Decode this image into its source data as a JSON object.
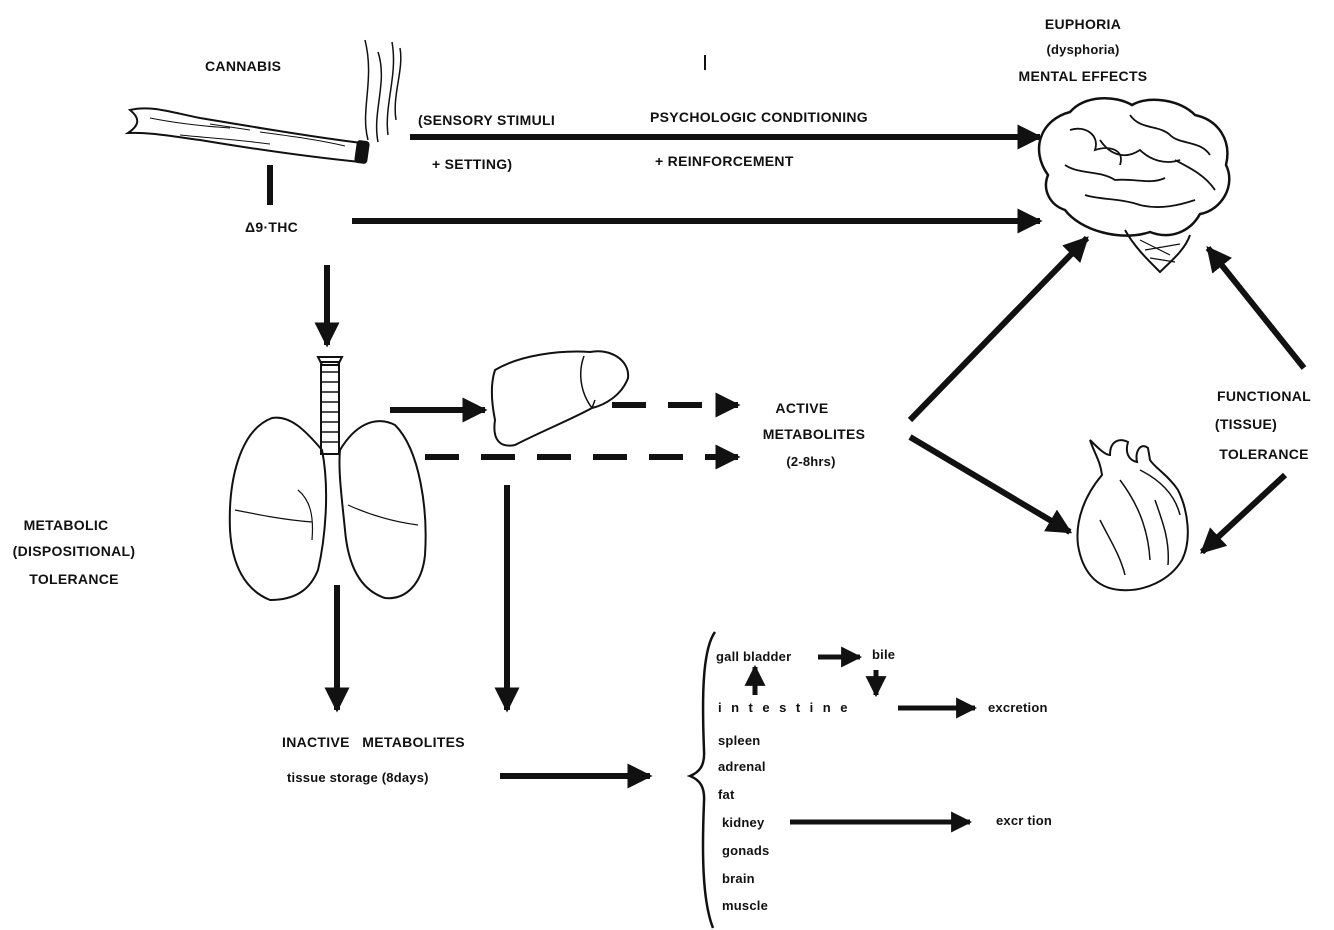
{
  "colors": {
    "ink": "#111111",
    "background": "#ffffff"
  },
  "labels": {
    "cannabis": "CANNABIS",
    "thc": "Δ9·THC",
    "sensory": "(SENSORY STIMULI",
    "setting": "+ SETTING)",
    "psych": "PSYCHOLOGIC CONDITIONING",
    "reinforcement": "+ REINFORCEMENT",
    "euphoria": "EUPHORIA",
    "dysphoria": "(dysphoria)",
    "mental_effects": "MENTAL EFFECTS",
    "active": "ACTIVE",
    "metabolites": "METABOLITES",
    "active_time": "(2-8hrs)",
    "functional": "FUNCTIONAL",
    "tissue": "(TISSUE)",
    "tolerance_func": "TOLERANCE",
    "metabolic": "METABOLIC",
    "dispositional": "(DISPOSITIONAL)",
    "tolerance_met": "TOLERANCE",
    "inactive": "INACTIVE   METABOLITES",
    "storage": "tissue storage (8days)",
    "gall_bladder": "gall bladder",
    "bile": "bile",
    "intestine": "intestine",
    "excretion1": "excretion",
    "spleen": "spleen",
    "adrenal": "adrenal",
    "fat": "fat",
    "kidney": "kidney",
    "excretion2": "excr tion",
    "gonads": "gonads",
    "brain": "brain",
    "muscle": "muscle"
  },
  "icons": [
    "cigarette-icon",
    "brain-icon",
    "lungs-icon",
    "liver-icon",
    "heart-icon"
  ]
}
